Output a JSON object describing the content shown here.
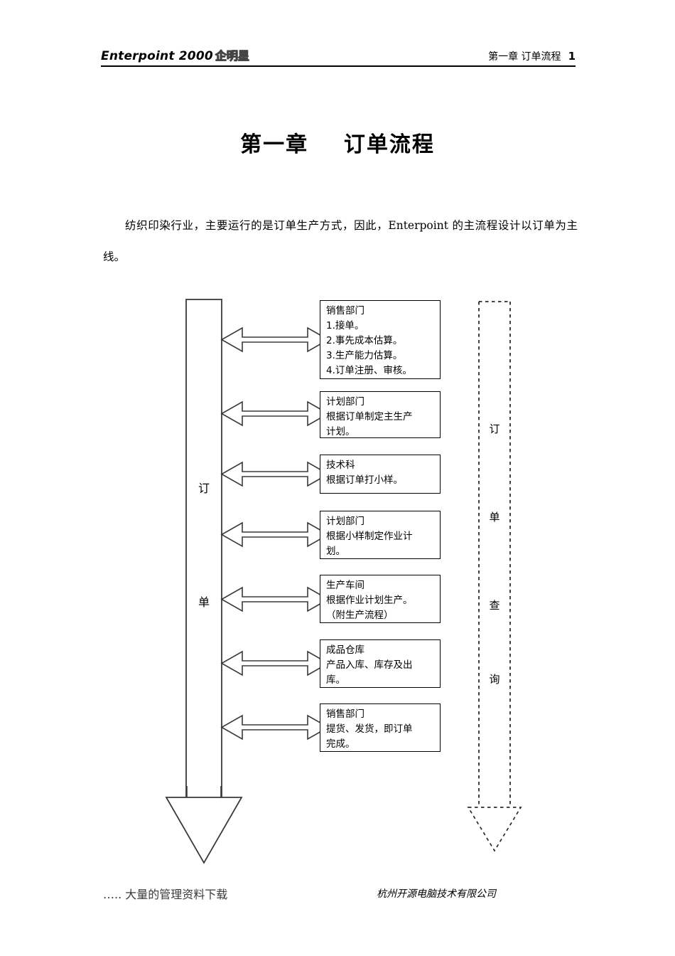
{
  "header": {
    "brand_latin": "Enterpoint 2000",
    "brand_cn": "企明星",
    "chapter_ref": "第一章 订单流程",
    "page_number": "1"
  },
  "title": "第一章    订单流程",
  "paragraph": "纺织印染行业，主要运行的是订单生产方式，因此，Enterpoint 的主流程设计以订单为主线。",
  "flow": {
    "left_axis_label_top": "订",
    "left_axis_label_bottom": "单",
    "right_axis_labels": [
      "订",
      "单",
      "查",
      "询"
    ],
    "boxes": [
      {
        "id": "sales-intake",
        "text": "销售部门\n1.接单。\n2.事先成本估算。\n3.生产能力估算。\n4.订单注册、审核。"
      },
      {
        "id": "planning-master",
        "text": "计划部门\n根据订单制定主生产\n计划。"
      },
      {
        "id": "technical-sample",
        "text": "技术科\n根据订单打小样。"
      },
      {
        "id": "planning-job",
        "text": "计划部门\n根据小样制定作业计\n划。"
      },
      {
        "id": "workshop",
        "text": "生产车间\n根据作业计划生产。\n（附生产流程）"
      },
      {
        "id": "warehouse",
        "text": "成品仓库\n产品入库、库存及出\n库。"
      },
      {
        "id": "sales-delivery",
        "text": "销售部门\n提货、发货，即订单\n完成。"
      }
    ]
  },
  "footer": {
    "left": "….. 大量的管理资料下载",
    "right": "杭州开源电脑技术有限公司"
  },
  "colors": {
    "ink": "#000000",
    "paper": "#ffffff"
  }
}
